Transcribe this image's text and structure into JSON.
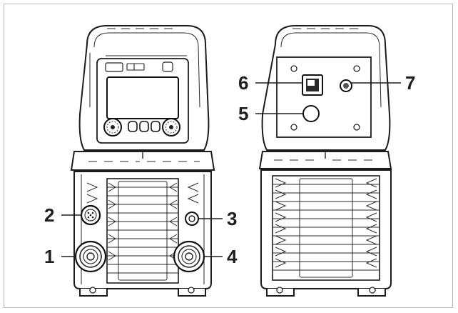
{
  "callouts": {
    "c1": "1",
    "c2": "2",
    "c3": "3",
    "c4": "4",
    "c5": "5",
    "c6": "6",
    "c7": "7"
  },
  "parts": {
    "front_view": "front-view",
    "rear_view": "rear-view"
  }
}
